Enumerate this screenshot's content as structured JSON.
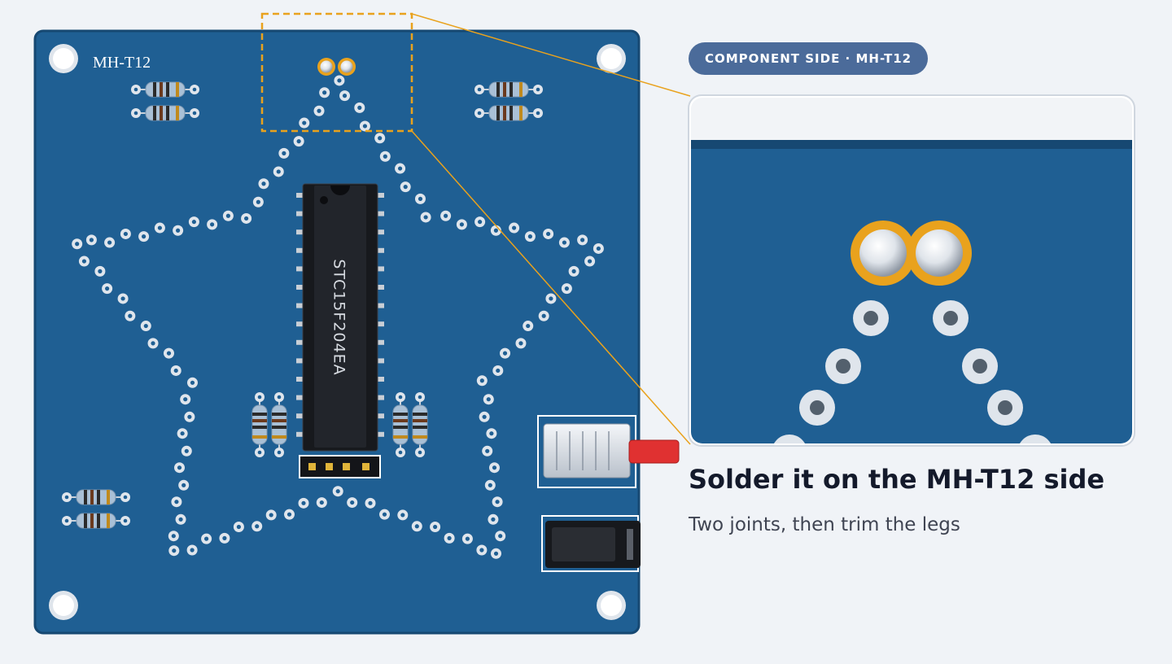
{
  "board": {
    "silkscreen_label": "MH-T12",
    "chip_label": "STC15F204EA",
    "colors": {
      "pcb": "#1f5f93",
      "pcb_edge": "#164872",
      "pad": "#dfe5ec",
      "highlight": "#e9a21d",
      "switch_knob": "#e03131"
    }
  },
  "callout": {
    "badge": "COMPONENT SIDE · MH-T12",
    "title": "Solder it on the MH-T12 side",
    "subtitle": "Two joints, then trim the legs"
  }
}
